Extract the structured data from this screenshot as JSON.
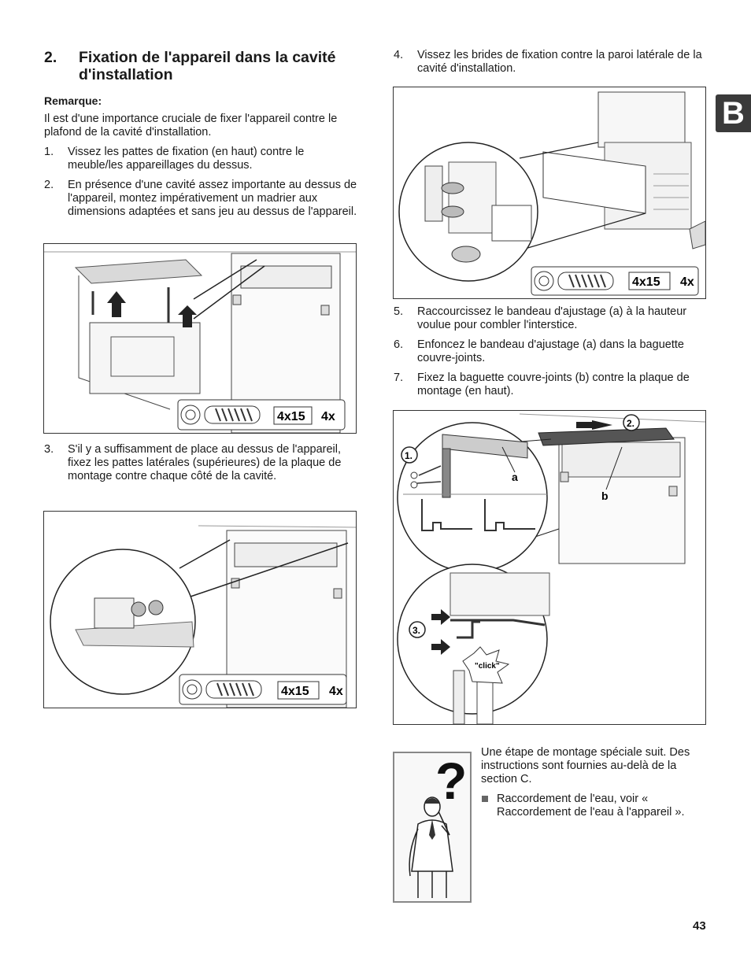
{
  "section": {
    "number": "2.",
    "title": "Fixation de l'appareil dans la cavité d'installation",
    "note_label": "Remarque:",
    "note_text": "Il est d'une importance cruciale de fixer l'appareil contre le plafond de la cavité d'installation."
  },
  "steps_left": [
    {
      "n": "1.",
      "text": "Vissez les pattes de fixation (en haut) contre le meuble/les appareillages du dessus."
    },
    {
      "n": "2.",
      "text": "En présence d'une cavité assez importante au dessus de l'appareil, montez impérativement un madrier aux dimensions adaptées et sans jeu au dessus de l'appareil."
    }
  ],
  "step3": {
    "n": "3.",
    "text": "S'il y a suffisamment de place au dessus de l'appareil, fixez les pattes latérales (supérieures) de la plaque de montage contre chaque côté de la cavité."
  },
  "step4": {
    "n": "4.",
    "text": "Vissez les brides de fixation contre la paroi latérale de la cavité d'installation."
  },
  "steps_right": [
    {
      "n": "5.",
      "text": "Raccourcissez le bandeau d'ajustage (a) à la hauteur voulue pour combler l'interstice."
    },
    {
      "n": "6.",
      "text": "Enfoncez le bandeau d'ajustage (a) dans la baguette couvre-joints."
    },
    {
      "n": "7.",
      "text": "Fixez la baguette couvre-joints (b) contre la plaque de montage (en haut)."
    }
  ],
  "screw": {
    "size": "4x15",
    "qty": "4x"
  },
  "figure_labels": {
    "label_a": "a",
    "label_b": "b",
    "step_1": "1.",
    "step_2": "2.",
    "step_3": "3.",
    "click": "\"click\""
  },
  "tab_letter": "B",
  "special_note": {
    "text": "Une étape de montage spéciale suit. Des instructions sont fournies au-delà de la section C.",
    "bullet": "Raccordement de l'eau, voir « Raccordement de l'eau à l'appareil »."
  },
  "question_mark": "?",
  "page_number": "43"
}
